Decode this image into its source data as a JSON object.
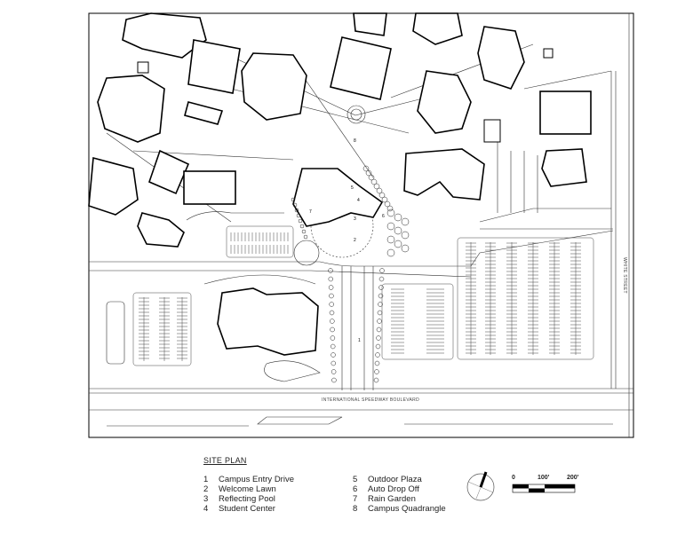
{
  "legend": {
    "title": "SITE PLAN",
    "items": [
      {
        "num": "1",
        "label": "Campus Entry Drive"
      },
      {
        "num": "2",
        "label": "Welcome Lawn"
      },
      {
        "num": "3",
        "label": "Reflecting Pool"
      },
      {
        "num": "4",
        "label": "Student Center"
      },
      {
        "num": "5",
        "label": "Outdoor Plaza"
      },
      {
        "num": "6",
        "label": "Auto Drop Off"
      },
      {
        "num": "7",
        "label": "Rain Garden"
      },
      {
        "num": "8",
        "label": "Campus Quadrangle"
      }
    ]
  },
  "streets": {
    "boulevard": "INTERNATIONAL SPEEDWAY BOULEVARD",
    "side": "WHITE STREET"
  },
  "scale": {
    "labels": [
      "0",
      "100'",
      "200'"
    ]
  },
  "map_markers": [
    "1",
    "2",
    "3",
    "4",
    "5",
    "6",
    "7",
    "8"
  ]
}
